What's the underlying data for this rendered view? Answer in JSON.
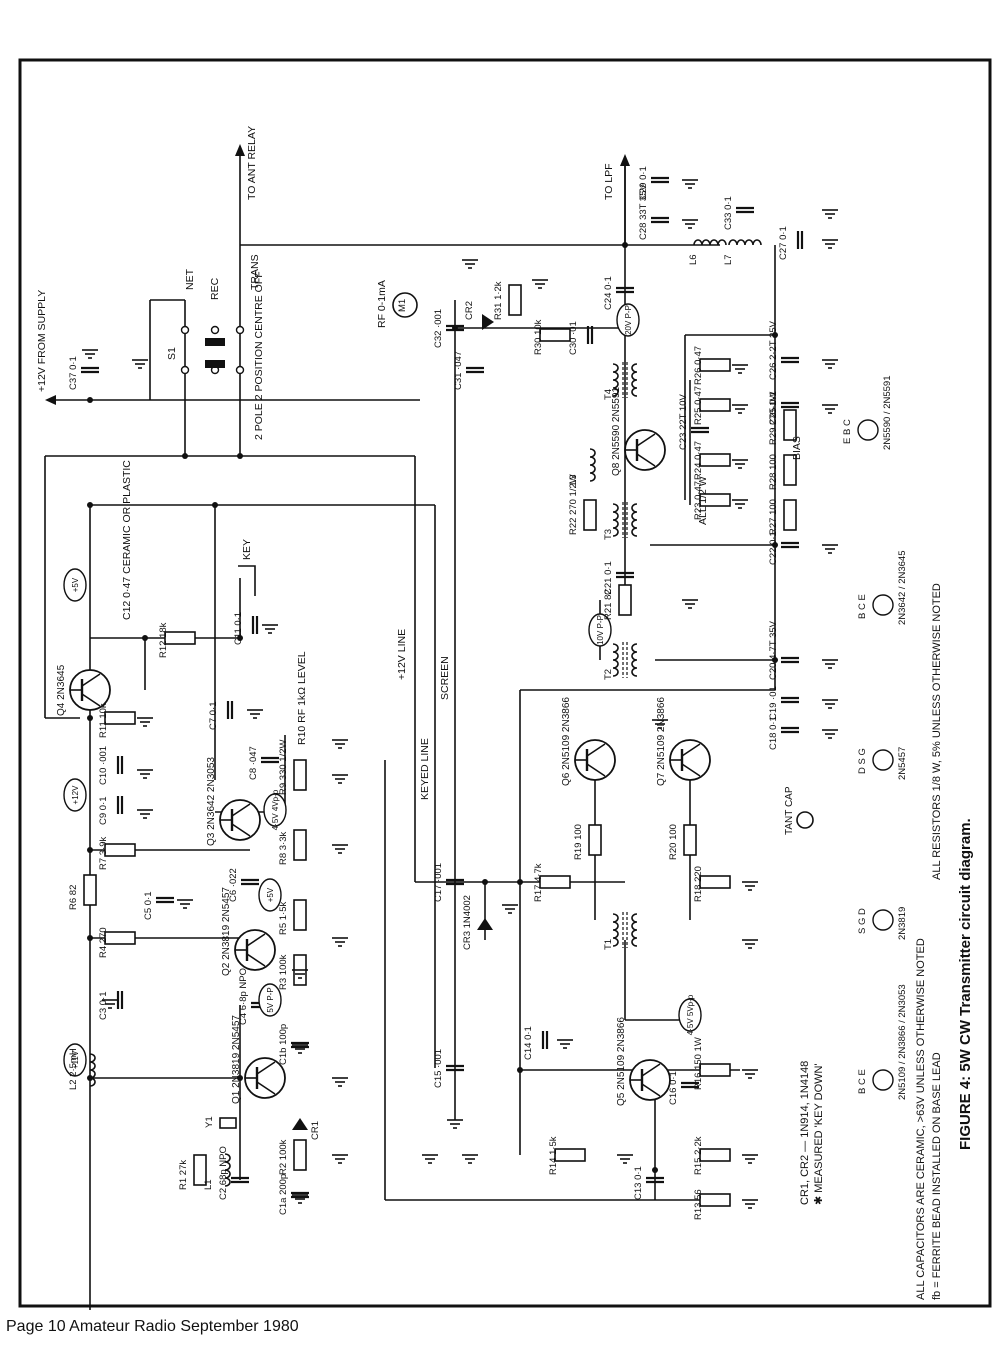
{
  "figure": {
    "title": "FIGURE 4: 5W CW Transmitter circuit diagram.",
    "note_resistors": "ALL RESISTORS 1/8 W, 5% UNLESS OTHERWISE NOTED",
    "note_capacitors": "ALL CAPACITORS ARE CERAMIC, >63V UNLESS OTHERWISE NOTED",
    "note_ferrite": "fb = FERRITE BEAD INSTALLED ON BASE LEAD",
    "note_diodes": "CR1, CR2 — 1N914, 1N4148",
    "note_measured": "✱ MEASURED 'KEY DOWN'"
  },
  "footer": "Page 10 Amateur Radio September 1980",
  "pinouts": [
    {
      "parts": "2N5109 / 2N3866 / 2N3053",
      "pins": "B C E"
    },
    {
      "parts": "2N3819",
      "pins": "S G D"
    },
    {
      "parts": "2N5457",
      "pins": "D S G"
    },
    {
      "parts": "2N3642 / 2N3645",
      "pins": "B C E"
    },
    {
      "parts": "2N5590 / 2N5591",
      "pins": "E B C"
    }
  ],
  "tant_cap_label": "TANT CAP",
  "labels": {
    "supply": "+12V FROM SUPPLY",
    "ant_relay": "TO ANT RELAY",
    "to_lpf": "TO LPF",
    "net": "NET",
    "rec": "REC",
    "trans": "TRANS",
    "s1": "S1",
    "switch_desc": "2 POLE 2 POSITION CENTRE OFF",
    "key": "KEY",
    "line_12v": "+12V LINE",
    "keyed_line": "KEYED LINE",
    "screen": "SCREEN",
    "rf_level": "R10 RF 1kΩ LEVEL",
    "meter": "RF 0-1mA",
    "bias": "BIAS",
    "all_half_w": "ALL 1/2 W",
    "ceramic_note": "C12 0·47 CERAMIC OR PLASTIC"
  },
  "transistors": [
    {
      "ref": "Q1",
      "part": "2N3819 2N5457"
    },
    {
      "ref": "Q2",
      "part": "2N3819 2N5457"
    },
    {
      "ref": "Q3",
      "part": "2N3642 2N3053"
    },
    {
      "ref": "Q4",
      "part": "2N3645"
    },
    {
      "ref": "Q5",
      "part": "2N5109 2N3866"
    },
    {
      "ref": "Q6",
      "part": "2N5109 2N3866"
    },
    {
      "ref": "Q7",
      "part": "2N5109 2N3866"
    },
    {
      "ref": "Q8",
      "part": "2N5590 2N5591"
    }
  ],
  "components": [
    {
      "ref": "R1",
      "value": "27k"
    },
    {
      "ref": "R2",
      "value": "100k"
    },
    {
      "ref": "R3",
      "value": "100k"
    },
    {
      "ref": "R4",
      "value": "270"
    },
    {
      "ref": "R5",
      "value": "1·5k"
    },
    {
      "ref": "R6",
      "value": "82"
    },
    {
      "ref": "R7",
      "value": "3·9k"
    },
    {
      "ref": "R8",
      "value": "3·3k"
    },
    {
      "ref": "R9",
      "value": "330 1/2W"
    },
    {
      "ref": "R11",
      "value": "10k"
    },
    {
      "ref": "R12",
      "value": "18k"
    },
    {
      "ref": "R13",
      "value": "56"
    },
    {
      "ref": "R14",
      "value": "1·5k"
    },
    {
      "ref": "R15",
      "value": "2·2k"
    },
    {
      "ref": "R16",
      "value": "150 1W"
    },
    {
      "ref": "R17",
      "value": "4·7k"
    },
    {
      "ref": "R18",
      "value": "220"
    },
    {
      "ref": "R19",
      "value": "100"
    },
    {
      "ref": "R20",
      "value": "100"
    },
    {
      "ref": "R21",
      "value": "82"
    },
    {
      "ref": "R22",
      "value": "270 1/2W"
    },
    {
      "ref": "R23",
      "value": "0·47"
    },
    {
      "ref": "R24",
      "value": "0·47"
    },
    {
      "ref": "R25",
      "value": "0·47"
    },
    {
      "ref": "R26",
      "value": "0·47"
    },
    {
      "ref": "R27",
      "value": "100"
    },
    {
      "ref": "R28",
      "value": "100"
    },
    {
      "ref": "R29",
      "value": "270-1W"
    },
    {
      "ref": "R30",
      "value": "10k"
    },
    {
      "ref": "R31",
      "value": "1·2k"
    },
    {
      "ref": "C1a",
      "value": "200p"
    },
    {
      "ref": "C1b",
      "value": "100p"
    },
    {
      "ref": "C2",
      "value": "68p NPO"
    },
    {
      "ref": "C3",
      "value": "0·1"
    },
    {
      "ref": "C4",
      "value": "6·8p NPO"
    },
    {
      "ref": "C5",
      "value": "0·1"
    },
    {
      "ref": "C6",
      "value": "·022"
    },
    {
      "ref": "C7",
      "value": "0·1"
    },
    {
      "ref": "C8",
      "value": "·047"
    },
    {
      "ref": "C9",
      "value": "0·1"
    },
    {
      "ref": "C10",
      "value": "·001"
    },
    {
      "ref": "C11",
      "value": "0·1"
    },
    {
      "ref": "C13",
      "value": "0·1"
    },
    {
      "ref": "C14",
      "value": "0·1"
    },
    {
      "ref": "C15",
      "value": "·001"
    },
    {
      "ref": "C16",
      "value": "0·1"
    },
    {
      "ref": "C17",
      "value": "·001"
    },
    {
      "ref": "C18",
      "value": "0·1"
    },
    {
      "ref": "C19",
      "value": "·01"
    },
    {
      "ref": "C20",
      "value": "4·7T 35V"
    },
    {
      "ref": "C21",
      "value": "0·1"
    },
    {
      "ref": "C22",
      "value": "0·1"
    },
    {
      "ref": "C23",
      "value": "22T 10V"
    },
    {
      "ref": "C24",
      "value": "0·1"
    },
    {
      "ref": "C25",
      "value": "0·1"
    },
    {
      "ref": "C26",
      "value": "2·2T 35V"
    },
    {
      "ref": "C27",
      "value": "0·1"
    },
    {
      "ref": "C28",
      "value": "33T 35V"
    },
    {
      "ref": "C29",
      "value": "0·1"
    },
    {
      "ref": "C30",
      "value": "·01"
    },
    {
      "ref": "C31",
      "value": "·047"
    },
    {
      "ref": "C32",
      "value": "·001"
    },
    {
      "ref": "C33",
      "value": "0·1"
    },
    {
      "ref": "C37",
      "value": "0·1"
    },
    {
      "ref": "L1",
      "value": ""
    },
    {
      "ref": "L2",
      "value": "2·5mH"
    },
    {
      "ref": "L3",
      "value": ""
    },
    {
      "ref": "L6",
      "value": ""
    },
    {
      "ref": "L7",
      "value": ""
    },
    {
      "ref": "T1",
      "value": ""
    },
    {
      "ref": "T2",
      "value": ""
    },
    {
      "ref": "T3",
      "value": ""
    },
    {
      "ref": "T4",
      "value": ""
    },
    {
      "ref": "Y1",
      "value": ""
    },
    {
      "ref": "CR1",
      "value": ""
    },
    {
      "ref": "CR2",
      "value": ""
    },
    {
      "ref": "CR3",
      "value": "1N4002"
    },
    {
      "ref": "M1",
      "value": ""
    }
  ],
  "voltage_tags": [
    {
      "text": "+5V"
    },
    {
      "text": "+12V"
    },
    {
      "text": "+11V"
    },
    {
      "text": "+5V"
    },
    {
      "text": "5V P-P"
    },
    {
      "text": "4·5V 4Vp-p"
    },
    {
      "text": "4·5V 5Vp-p"
    },
    {
      "text": "10V P-P"
    },
    {
      "text": "20V P-P"
    }
  ]
}
